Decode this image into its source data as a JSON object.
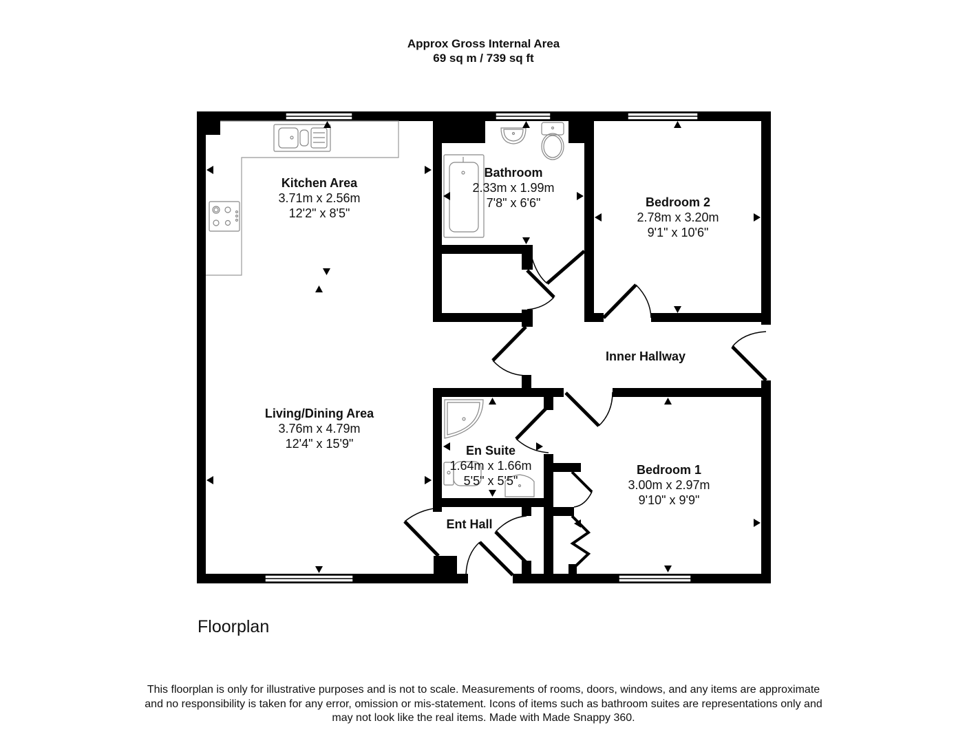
{
  "header": {
    "title": "Approx Gross Internal Area",
    "area": "69 sq m / 739 sq ft"
  },
  "rooms": [
    {
      "name": "Kitchen Area",
      "metric": "3.71m x 2.56m",
      "imperial": "12'2\" x 8'5\""
    },
    {
      "name": "Bathroom",
      "metric": "2.33m x 1.99m",
      "imperial": "7'8\" x 6'6\""
    },
    {
      "name": "Bedroom 2",
      "metric": "2.78m x 3.20m",
      "imperial": "9'1\" x 10'6\""
    },
    {
      "name": "Inner Hallway"
    },
    {
      "name": "Living/Dining Area",
      "metric": "3.76m x 4.79m",
      "imperial": "12'4\" x 15'9\""
    },
    {
      "name": "En Suite",
      "metric": "1.64m x 1.66m",
      "imperial": "5'5\" x 5'5\""
    },
    {
      "name": "Bedroom 1",
      "metric": "3.00m x 2.97m",
      "imperial": "9'10\" x 9'9\""
    },
    {
      "name": "Ent Hall"
    }
  ],
  "fixtures": [
    "sink-icon",
    "hob-icon",
    "bath-icon",
    "basin-icon",
    "toilet-icon",
    "corner-shower-icon",
    "en-suite-toilet-icon",
    "en-suite-basin-icon"
  ],
  "caption": "Floorplan",
  "disclaimer": {
    "line1": "This floorplan is only for illustrative purposes and is not to scale. Measurements of rooms, doors, windows, and any items are approximate",
    "line2": "and no responsibility is taken for any error, omission or mis-statement. Icons of items such as bathroom suites are representations only and",
    "line3": "may not look like the real items. Made with Made Snappy 360."
  },
  "colors": {
    "wall": "#000000",
    "fixture": "#888888",
    "background": "#ffffff"
  }
}
